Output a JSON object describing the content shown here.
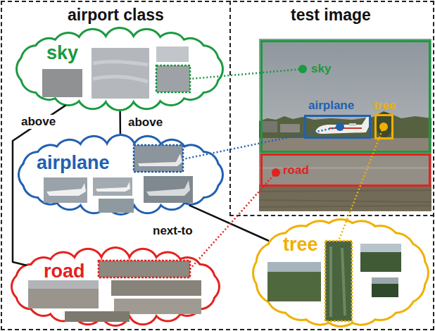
{
  "diagram": {
    "nodes": [
      {
        "text": [
          "airport class"
        ]
      },
      {
        "text": [
          "sky"
        ],
        "in": 0
      },
      {
        "text": [
          "airplane"
        ],
        "in": 0
      },
      {
        "text": [
          "road"
        ],
        "in": 0
      },
      {
        "text": [
          "tree"
        ],
        "in": 0
      },
      {
        "text": [
          "test image"
        ]
      },
      {
        "text": [
          "sky"
        ],
        "in": 5
      },
      {
        "text": [
          "airplane"
        ],
        "in": 5
      },
      {
        "text": [
          "tree"
        ],
        "in": 5
      },
      {
        "text": [
          "road"
        ],
        "in": 5
      }
    ],
    "edges": [
      {
        "from": 1,
        "to": 2,
        "label": "above",
        "arrow": "none"
      },
      {
        "from": 1,
        "to": 3,
        "label": "above",
        "arrow": "none"
      },
      {
        "from": 2,
        "to": 4,
        "label": "next-to",
        "arrow": "none"
      },
      {
        "from": 6,
        "to": 1,
        "arrow": "none"
      },
      {
        "from": 7,
        "to": 2,
        "arrow": "none"
      },
      {
        "from": 8,
        "to": 4,
        "arrow": "none"
      },
      {
        "from": 9,
        "to": 3,
        "arrow": "none"
      }
    ]
  }
}
